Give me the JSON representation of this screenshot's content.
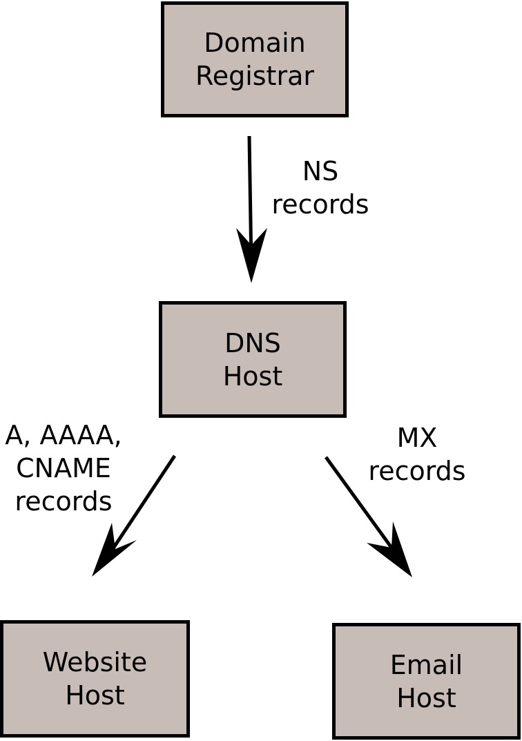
{
  "colors": {
    "box_fill": "#c8bcb6",
    "stroke": "#000000",
    "background": "#ffffff"
  },
  "nodes": {
    "registrar": {
      "line1": "Domain",
      "line2": "Registrar"
    },
    "dns": {
      "line1": "DNS",
      "line2": "Host"
    },
    "website": {
      "line1": "Website",
      "line2": "Host"
    },
    "email": {
      "line1": "Email",
      "line2": "Host"
    }
  },
  "edges": {
    "ns": {
      "line1": "NS",
      "line2": "records"
    },
    "a": {
      "line1": "A, AAAA,",
      "line2": "CNAME",
      "line3": "records"
    },
    "mx": {
      "line1": "MX",
      "line2": "records"
    }
  }
}
